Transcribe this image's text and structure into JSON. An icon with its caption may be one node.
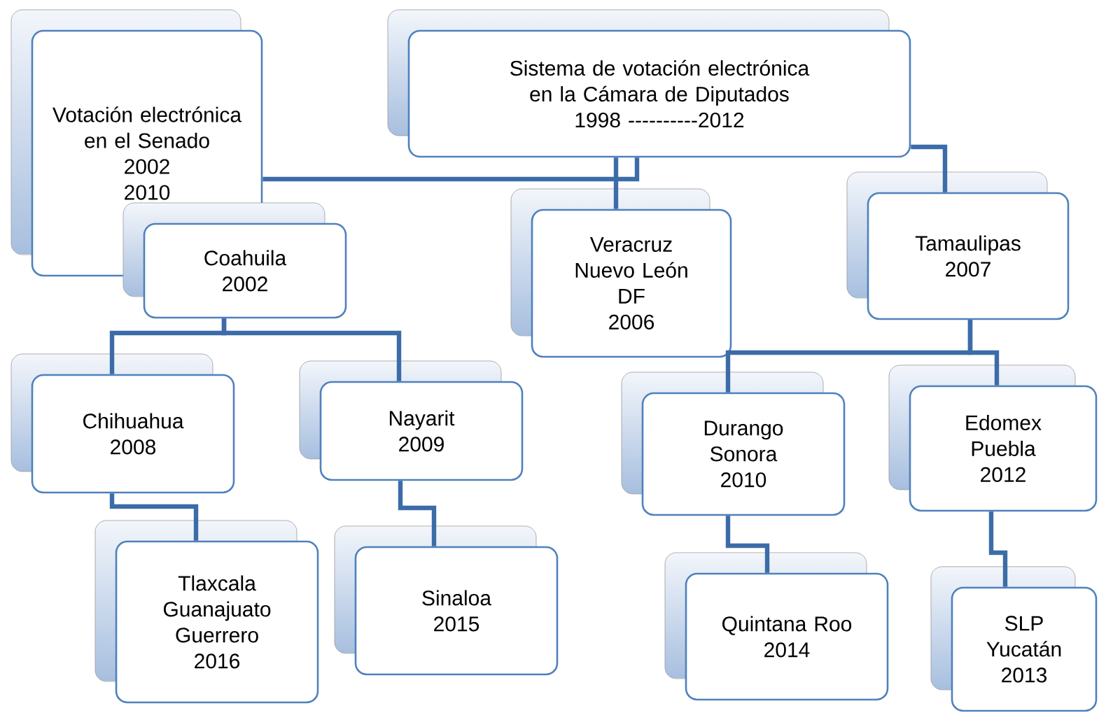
{
  "diagram": {
    "nodes": [
      {
        "text": [
          "Votación electrónica en el Senado",
          "2002",
          "2010"
        ]
      },
      {
        "text": [
          "Sistema de votación electrónica en la Cámara de Diputados",
          "1998 ----------2012"
        ]
      },
      {
        "text": [
          "Coahuila",
          "2002"
        ]
      },
      {
        "text": [
          "Veracruz",
          "Nuevo León",
          "DF",
          "2006"
        ]
      },
      {
        "text": [
          "Tamaulipas",
          "2007"
        ]
      },
      {
        "text": [
          "Chihuahua",
          "2008"
        ]
      },
      {
        "text": [
          "Nayarit",
          "2009"
        ]
      },
      {
        "text": [
          "Durango",
          "Sonora",
          "2010"
        ]
      },
      {
        "text": [
          "Edomex",
          "Puebla",
          "2012"
        ]
      },
      {
        "text": [
          "Tlaxcala",
          "Guanajuato",
          "Guerrero",
          "2016"
        ]
      },
      {
        "text": [
          "Sinaloa",
          "2015"
        ]
      },
      {
        "text": [
          "Quintana Roo",
          "2014"
        ]
      },
      {
        "text": [
          "SLP",
          "Yucatán",
          "2013"
        ]
      }
    ],
    "edges": [
      {
        "from": 1,
        "to": 0,
        "arrow": "none"
      },
      {
        "from": 1,
        "to": 3,
        "arrow": "none"
      },
      {
        "from": 1,
        "to": 4,
        "arrow": "none"
      },
      {
        "from": 2,
        "to": 5,
        "arrow": "none"
      },
      {
        "from": 2,
        "to": 6,
        "arrow": "none"
      },
      {
        "from": 4,
        "to": 7,
        "arrow": "none"
      },
      {
        "from": 4,
        "to": 8,
        "arrow": "none"
      },
      {
        "from": 5,
        "to": 9,
        "arrow": "none"
      },
      {
        "from": 6,
        "to": 10,
        "arrow": "none"
      },
      {
        "from": 7,
        "to": 11,
        "arrow": "none"
      },
      {
        "from": 8,
        "to": 12,
        "arrow": "none"
      }
    ]
  }
}
